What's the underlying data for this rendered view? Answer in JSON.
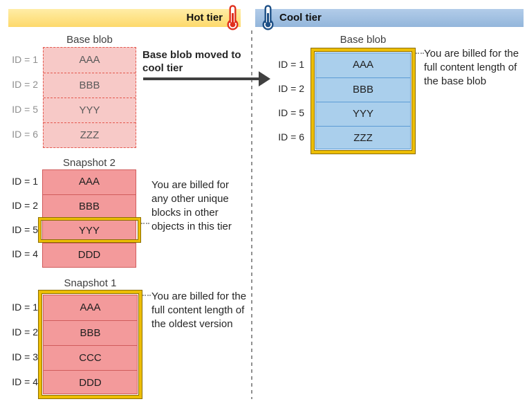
{
  "header": {
    "hot": {
      "label": "Hot tier",
      "icon": "thermometer-icon"
    },
    "cool": {
      "label": "Cool tier",
      "icon": "thermometer-icon"
    }
  },
  "arrow": {
    "label": "Base blob moved to cool tier"
  },
  "hot_tier": {
    "base_blob": {
      "title": "Base blob",
      "rows": [
        {
          "id": "ID = 1",
          "block": "AAA"
        },
        {
          "id": "ID = 2",
          "block": "BBB"
        },
        {
          "id": "ID = 5",
          "block": "YYY"
        },
        {
          "id": "ID = 6",
          "block": "ZZZ"
        }
      ]
    },
    "snapshot2": {
      "title": "Snapshot 2",
      "rows": [
        {
          "id": "ID = 1",
          "block": "AAA"
        },
        {
          "id": "ID = 2",
          "block": "BBB"
        },
        {
          "id": "ID = 5",
          "block": "YYY"
        },
        {
          "id": "ID = 4",
          "block": "DDD"
        }
      ],
      "highlighted_block": "YYY",
      "note": "You are billed for any other unique blocks in other objects in this tier"
    },
    "snapshot1": {
      "title": "Snapshot 1",
      "rows": [
        {
          "id": "ID = 1",
          "block": "AAA"
        },
        {
          "id": "ID = 2",
          "block": "BBB"
        },
        {
          "id": "ID = 3",
          "block": "CCC"
        },
        {
          "id": "ID = 4",
          "block": "DDD"
        }
      ],
      "highlighted": "entire table",
      "note": "You are billed for the full content length of the oldest version"
    }
  },
  "cool_tier": {
    "base_blob": {
      "title": "Base blob",
      "rows": [
        {
          "id": "ID = 1",
          "block": "AAA"
        },
        {
          "id": "ID = 2",
          "block": "BBB"
        },
        {
          "id": "ID = 5",
          "block": "YYY"
        },
        {
          "id": "ID = 6",
          "block": "ZZZ"
        }
      ],
      "highlighted": "entire table",
      "note": "You are billed for the full content length of the base blob"
    }
  },
  "colors": {
    "hot_bar": "#fdd96b",
    "cool_bar": "#93b6db",
    "hot_block_dashed_fill": "#f7c9c7",
    "hot_block_fill": "#f39a9b",
    "cool_block_fill": "#aacfec",
    "highlight_gold": "#edbe04",
    "red_accent": "#e0301e",
    "blue_accent": "#1e5086",
    "arrow": "#404040"
  }
}
